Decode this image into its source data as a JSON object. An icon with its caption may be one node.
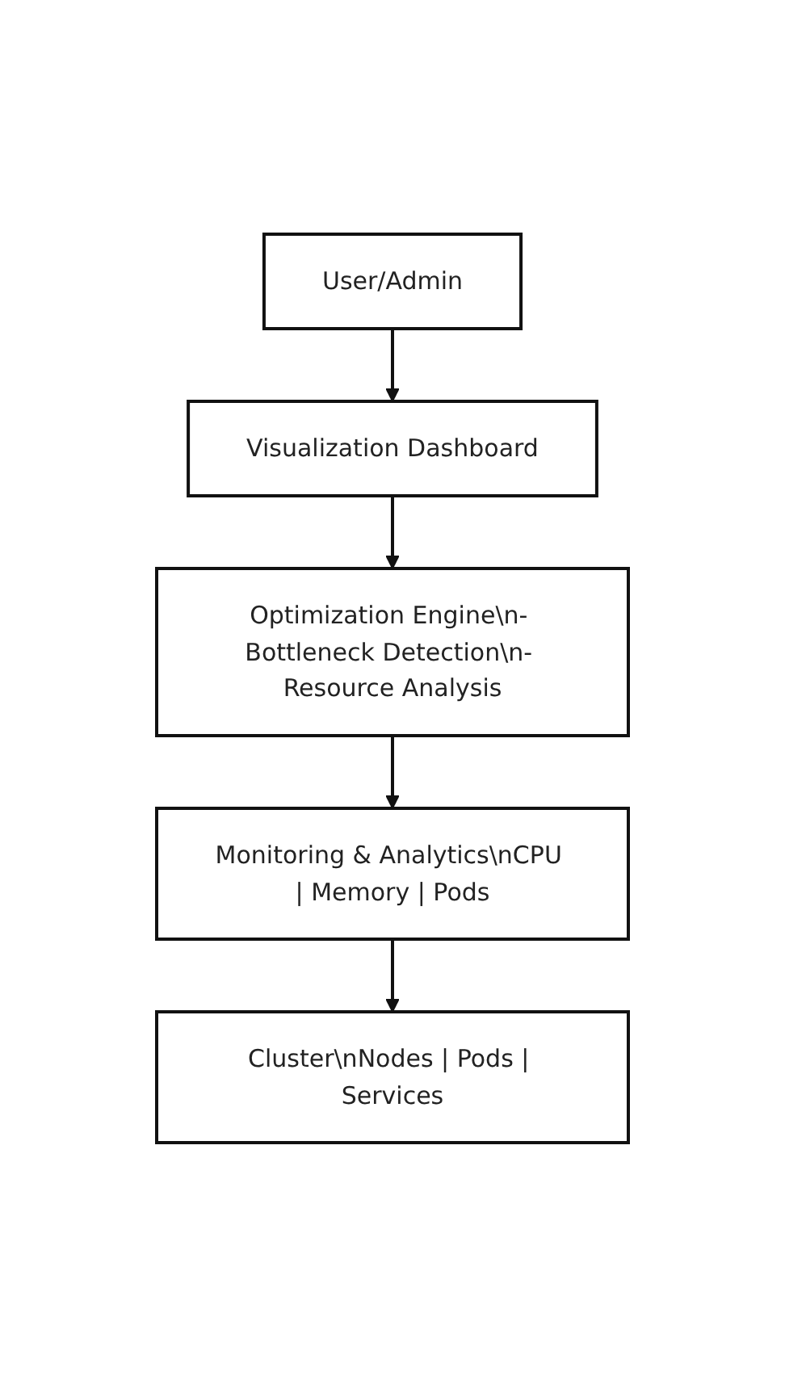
{
  "diagram": {
    "nodes": [
      {
        "text": [
          "User/Admin"
        ]
      },
      {
        "text": [
          "Visualization Dashboard"
        ]
      },
      {
        "text": [
          "Optimization Engine\\n- Bottleneck Detection\\n- Resource Analysis"
        ]
      },
      {
        "text": [
          "Monitoring & Analytics\\nCPU | Memory | Pods"
        ]
      },
      {
        "text": [
          "Cluster\\nNodes | Pods | Services"
        ]
      }
    ],
    "edges": [
      {
        "from": 0,
        "to": 1,
        "arrow": "to"
      },
      {
        "from": 1,
        "to": 2,
        "arrow": "to"
      },
      {
        "from": 2,
        "to": 3,
        "arrow": "to"
      },
      {
        "from": 3,
        "to": 4,
        "arrow": "to"
      }
    ]
  }
}
